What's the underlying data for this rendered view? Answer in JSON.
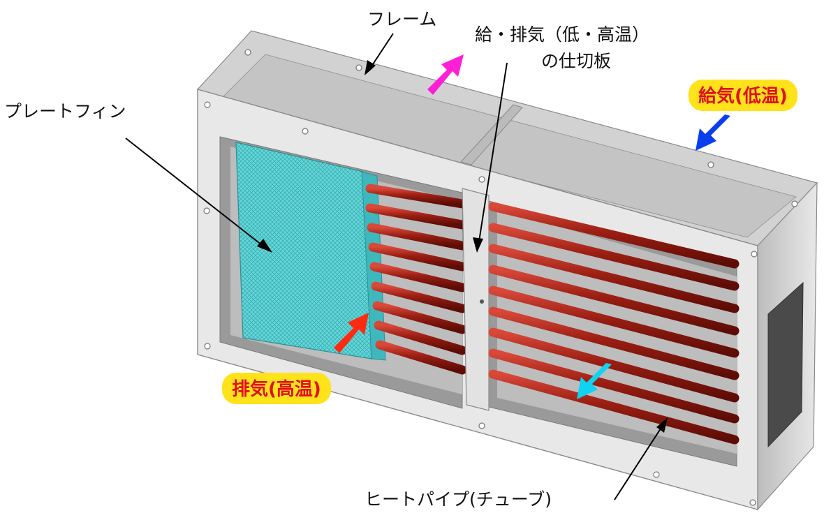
{
  "labels": {
    "frame": "フレーム",
    "partition_line1": "給・排気（低・高温）",
    "partition_line2": "の仕切板",
    "plate_fin": "プレートフィン",
    "heat_pipe": "ヒートパイプ(チューブ)"
  },
  "badges": {
    "supply_air": "給気(低温)",
    "exhaust_air": "排気(高温)"
  },
  "colors": {
    "frame_light": "#e6e6e6",
    "frame_mid": "#cfcfcf",
    "frame_dark": "#a9a9a9",
    "fin_cyan": "#5fd3d3",
    "pipe_red": "#8e1a10",
    "pipe_highlight": "#d9493a",
    "badge_yellow": "#ffe21a",
    "badge_text_red": "#e0101a",
    "arrow_magenta": "#ff1fd6",
    "arrow_blue": "#0a3df0",
    "arrow_red": "#ff2a10",
    "arrow_cyan": "#12d2f2"
  },
  "icons": {
    "exhaust_out_arrow": "magenta-up-right-arrow",
    "supply_in_arrow": "blue-down-left-arrow",
    "exhaust_in_arrow": "red-up-right-arrow",
    "supply_out_arrow": "cyan-down-left-arrow"
  }
}
